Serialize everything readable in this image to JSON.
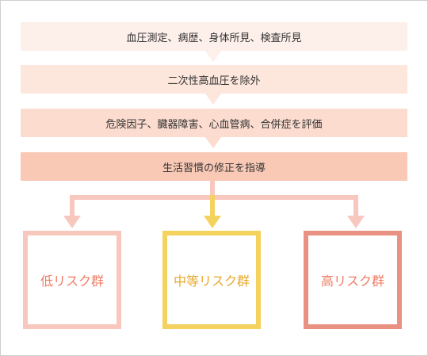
{
  "steps": [
    "血圧測定、病歴、身体所見、検査所見",
    "二次性高血圧を除外",
    "危険因子、臓器障害、心血管病、合併症を評価",
    "生活習慣の修正を指導"
  ],
  "groups": {
    "low": "低リスク群",
    "mid": "中等リスク群",
    "high": "高リスク群"
  },
  "colors": {
    "step1": "#fdefe9",
    "step2": "#fde6dc",
    "step3": "#fcdccf",
    "step4": "#f9c9b6",
    "connector": "#f8c7bd",
    "low_border": "#f8c7bd",
    "mid_border": "#f4d25e",
    "high_border": "#e99284"
  }
}
